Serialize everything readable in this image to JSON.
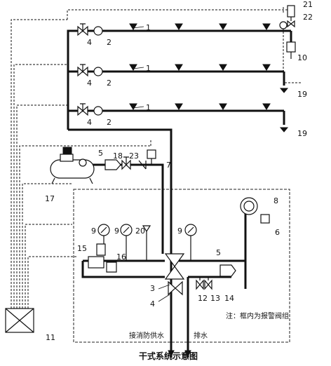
{
  "labels": {
    "n1": "1",
    "n2": "2",
    "n3": "3",
    "n4": "4",
    "n5": "5",
    "n6": "6",
    "n7": "7",
    "n8": "8",
    "n9": "9",
    "n10": "10",
    "n11": "11",
    "n12": "12",
    "n13": "13",
    "n14": "14",
    "n15": "15",
    "n16": "16",
    "n17": "17",
    "n18": "18",
    "n19": "19",
    "n20": "20",
    "n21": "21",
    "n22": "22",
    "n23": "23"
  },
  "note": "注：框内为报警阀组",
  "supply_label": "接消防供水",
  "drain_label": "排水",
  "title": "干式系统示意图"
}
